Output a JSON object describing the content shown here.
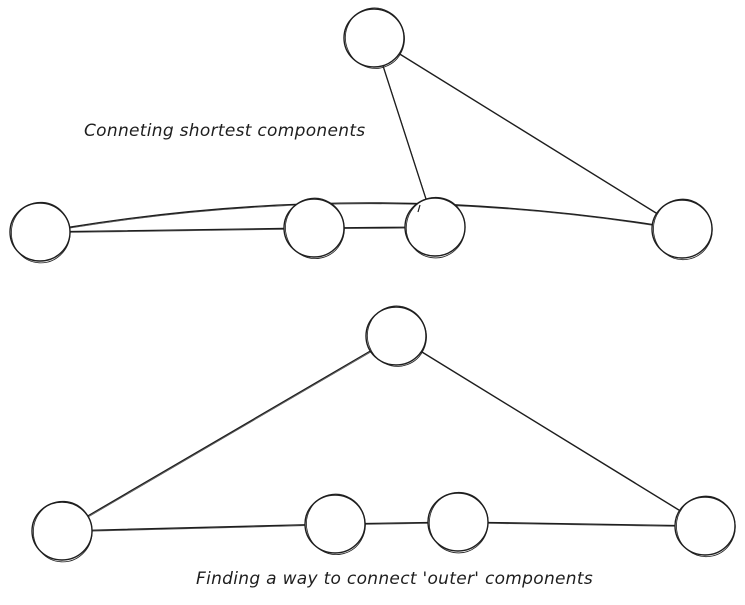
{
  "diagram": {
    "stroke_color": "#1e1e1e",
    "background": "#ffffff",
    "top": {
      "caption": "Conneting shortest components",
      "nodes": [
        "top-node-peak",
        "top-node-far-left",
        "top-node-mid-left",
        "top-node-mid-right",
        "top-node-far-right"
      ],
      "edges": [
        [
          "top-node-peak",
          "top-node-mid-right"
        ],
        [
          "top-node-peak",
          "top-node-far-right"
        ],
        [
          "top-node-far-left",
          "top-node-far-right"
        ],
        [
          "top-node-far-left",
          "top-node-mid-left"
        ],
        [
          "top-node-mid-left",
          "top-node-mid-right"
        ]
      ]
    },
    "bottom": {
      "caption": "Finding a way to connect 'outer' components",
      "nodes": [
        "bottom-node-peak",
        "bottom-node-far-left",
        "bottom-node-mid-left",
        "bottom-node-mid-right",
        "bottom-node-far-right"
      ],
      "edges": [
        [
          "bottom-node-peak",
          "bottom-node-far-left"
        ],
        [
          "bottom-node-peak",
          "bottom-node-far-right"
        ],
        [
          "bottom-node-far-left",
          "bottom-node-mid-left"
        ],
        [
          "bottom-node-mid-left",
          "bottom-node-mid-right"
        ],
        [
          "bottom-node-mid-right",
          "bottom-node-far-right"
        ]
      ]
    }
  }
}
